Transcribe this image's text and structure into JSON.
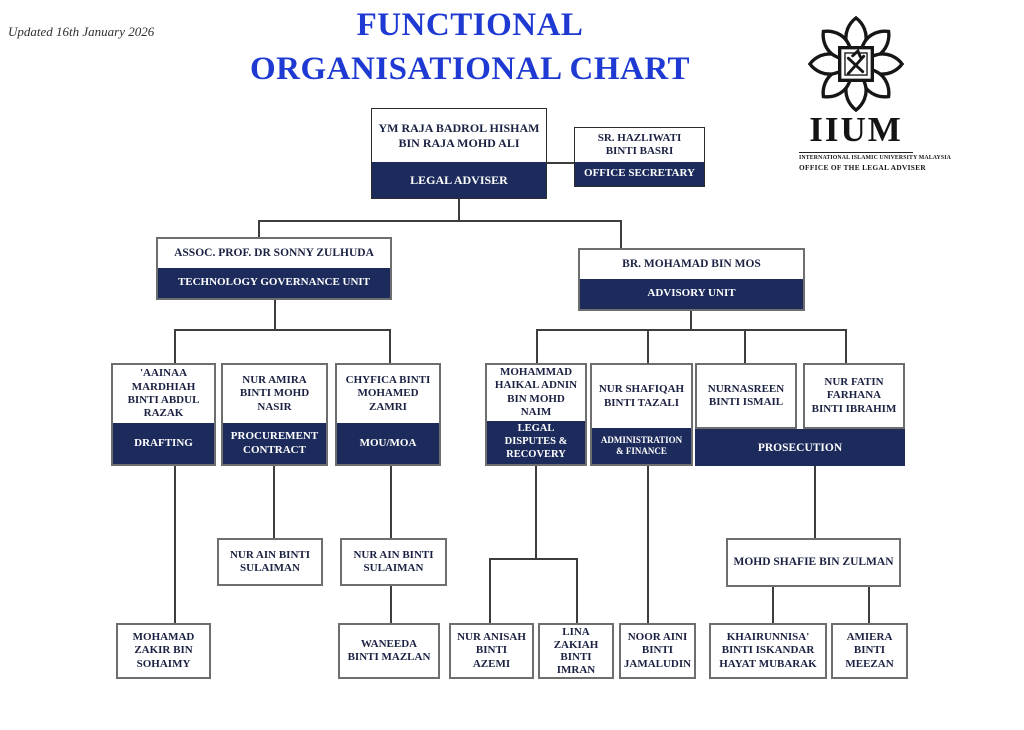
{
  "header": {
    "updated_note": "Updated 16th January 2026",
    "title_line1": "FUNCTIONAL",
    "title_line2": "ORGANISATIONAL CHART"
  },
  "logo": {
    "acronym": "IIUM",
    "university_name": "INTERNATIONAL ISLAMIC UNIVERSITY MALAYSIA",
    "office_name": "OFFICE OF THE LEGAL ADVISER",
    "emblem_icon": "iium-flower-emblem"
  },
  "colors": {
    "title_blue": "#1e3ad2",
    "band_navy": "#1c2b5c",
    "name_text": "#1b2142",
    "line_gray": "#3d3d3d"
  },
  "org": {
    "legal_adviser": {
      "name": "YM RAJA BADROL HISHAM\nBIN RAJA MOHD ALI",
      "unit": "LEGAL ADVISER"
    },
    "office_secretary": {
      "name": "SR. HAZLIWATI\nBINTI BASRI",
      "unit": "OFFICE SECRETARY"
    },
    "technology_governance_unit": {
      "name": "ASSOC. PROF. DR SONNY ZULHUDA",
      "unit": "TECHNOLOGY GOVERNANCE UNIT"
    },
    "advisory_unit": {
      "name": "BR. MOHAMAD BIN MOS",
      "unit": "ADVISORY UNIT"
    },
    "drafting": {
      "name": "'AAINAA\nMARDHIAH\nBINTI ABDUL\nRAZAK",
      "unit": "DRAFTING"
    },
    "procurement_contract": {
      "name": "NUR AMIRA\nBINTI MOHD\nNASIR",
      "unit": "PROCUREMENT\nCONTRACT"
    },
    "mou_moa": {
      "name": "CHYFICA BINTI\nMOHAMED\nZAMRI",
      "unit": "MOU/MOA"
    },
    "legal_disputes_recovery": {
      "name": "MOHAMMAD\nHAIKAL  ADNIN\nBIN MOHD\nNAIM",
      "unit": "LEGAL\nDISPUTES &\nRECOVERY"
    },
    "administration_finance": {
      "name": "NUR SHAFIQAH\nBINTI TAZALI",
      "unit": "ADMINISTRATION\n& FINANCE"
    },
    "prosecution": {
      "member1": "NURNASREEN\nBINTI ISMAIL",
      "member2": "NUR FATIN\nFARHANA\nBINTI IBRAHIM",
      "unit": "PROSECUTION"
    },
    "staff": {
      "nur_ain_sulaiman_left": "NUR AIN BINTI\nSULAIMAN",
      "nur_ain_sulaiman_right": "NUR AIN BINTI\nSULAIMAN",
      "mohd_shafie": "MOHD SHAFIE BIN ZULMAN",
      "mohamad_zakir": "MOHAMAD\nZAKIR BIN\nSOHAIMY",
      "waneeda": "WANEEDA\nBINTI MAZLAN",
      "nur_anisah": "NUR ANISAH\nBINTI\nAZEMI",
      "lina_zakiah": "LINA\nZAKIAH\nBINTI\nIMRAN",
      "noor_aini": "NOOR AINI\nBINTI\nJAMALUDIN",
      "khairunnisa": "KHAIRUNNISA'\nBINTI ISKANDAR\nHAYAT MUBARAK",
      "amiera": "AMIERA\nBINTI\nMEEZAN"
    }
  }
}
